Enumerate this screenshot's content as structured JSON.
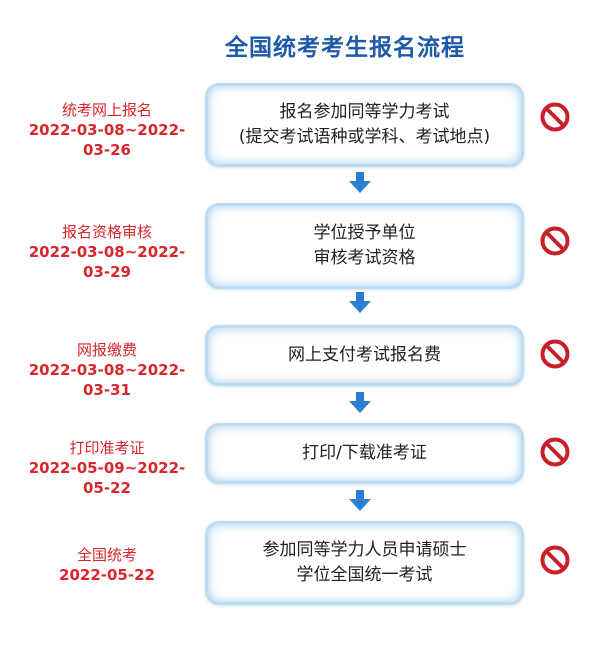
{
  "title": "全国统考考生报名流程",
  "steps": [
    {
      "name": "统考网上报名",
      "date": "2022-03-08~2022-03-26",
      "box_line1": "报名参加同等学力考试",
      "box_line2": "(提交考试语种或学科、考试地点)"
    },
    {
      "name": "报名资格审核",
      "date": "2022-03-08~2022-03-29",
      "box_line1": "学位授予单位",
      "box_line2": "审核考试资格"
    },
    {
      "name": "网报缴费",
      "date": "2022-03-08~2022-03-31",
      "box_line1": "网上支付考试报名费"
    },
    {
      "name": "打印准考证",
      "date": "2022-05-09~2022-05-22",
      "box_line1": "打印/下载准考证"
    },
    {
      "name": "全国统考",
      "date": "2022-05-22",
      "box_line1": "参加同等学力人员申请硕士",
      "box_line2": "学位全国统一考试"
    }
  ],
  "colors": {
    "title": "#1e5aa8",
    "label": "#d8262c",
    "box_border": "#bcdcf2",
    "arrow": "#2a7fd0",
    "no_icon": "#c8202a"
  },
  "icons": {
    "arrow": "arrow-down-icon",
    "status": "no-entry-icon"
  }
}
